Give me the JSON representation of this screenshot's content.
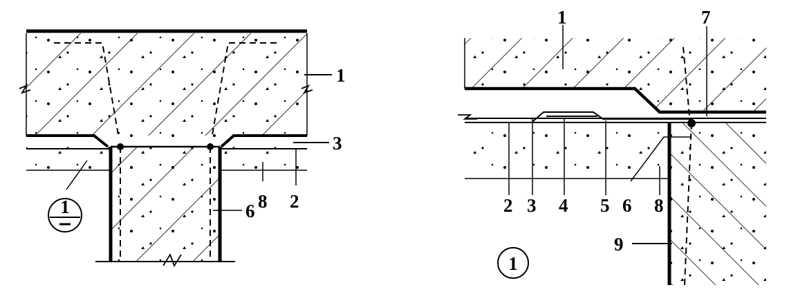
{
  "left_detail": {
    "callouts": {
      "c1": "1",
      "c3": "3",
      "c8": "8",
      "c2": "2",
      "c6": "6"
    },
    "section_mark": {
      "number": "1"
    }
  },
  "right_detail": {
    "callouts": {
      "c1": "1",
      "c7": "7",
      "c2": "2",
      "c3": "3",
      "c4": "4",
      "c5": "5",
      "c6": "6",
      "c8": "8",
      "c9": "9"
    },
    "section_mark": {
      "number": "1"
    }
  }
}
